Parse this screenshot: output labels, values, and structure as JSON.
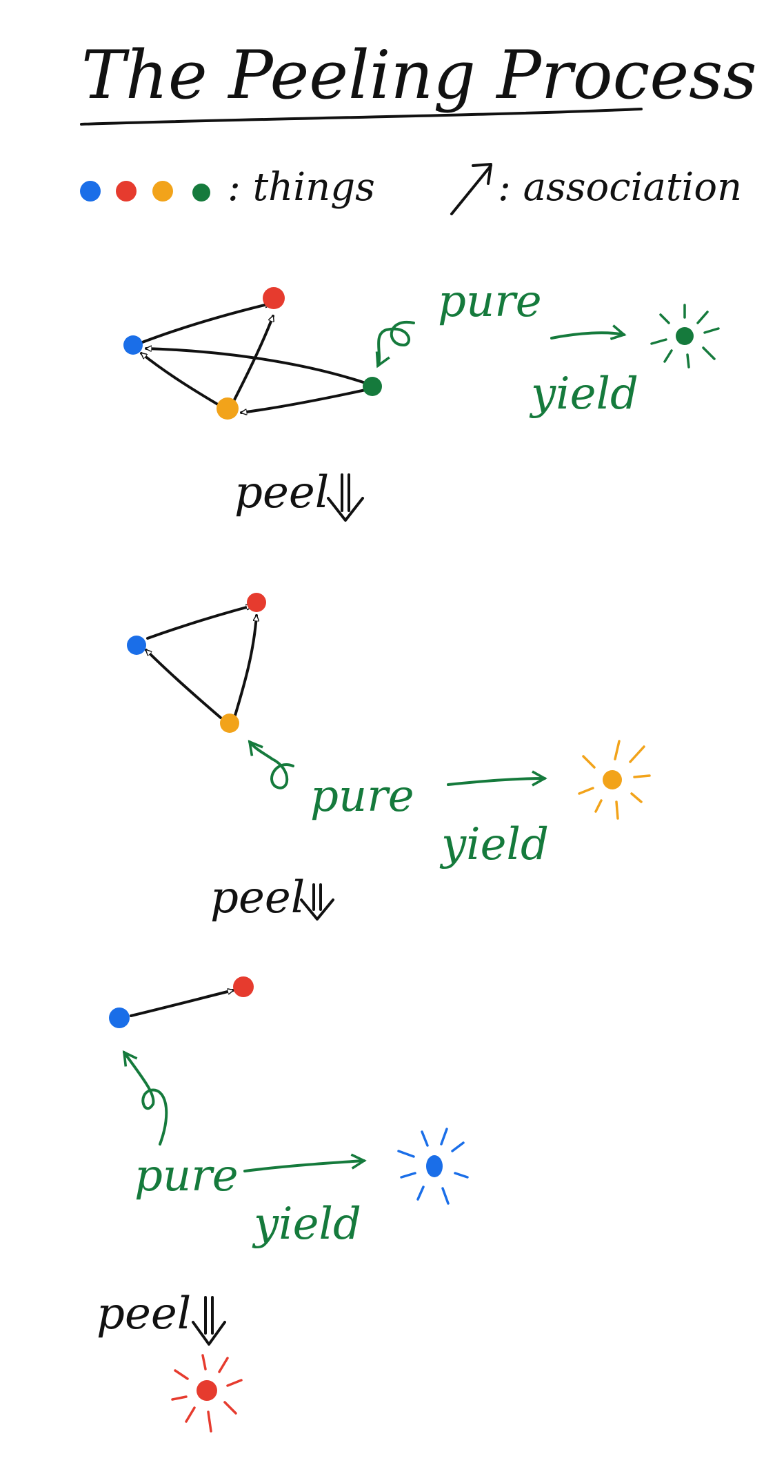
{
  "title": "The Peeling Process",
  "legend": {
    "things_label": ": things",
    "association_label": ": association"
  },
  "labels": {
    "peel": "peel",
    "pure": "pure",
    "yield": "yield"
  },
  "colors": {
    "ink": "#111111",
    "green": "#157a3c",
    "blue": "#1a6ee8",
    "red": "#e63b2e",
    "orange": "#f2a31a"
  }
}
